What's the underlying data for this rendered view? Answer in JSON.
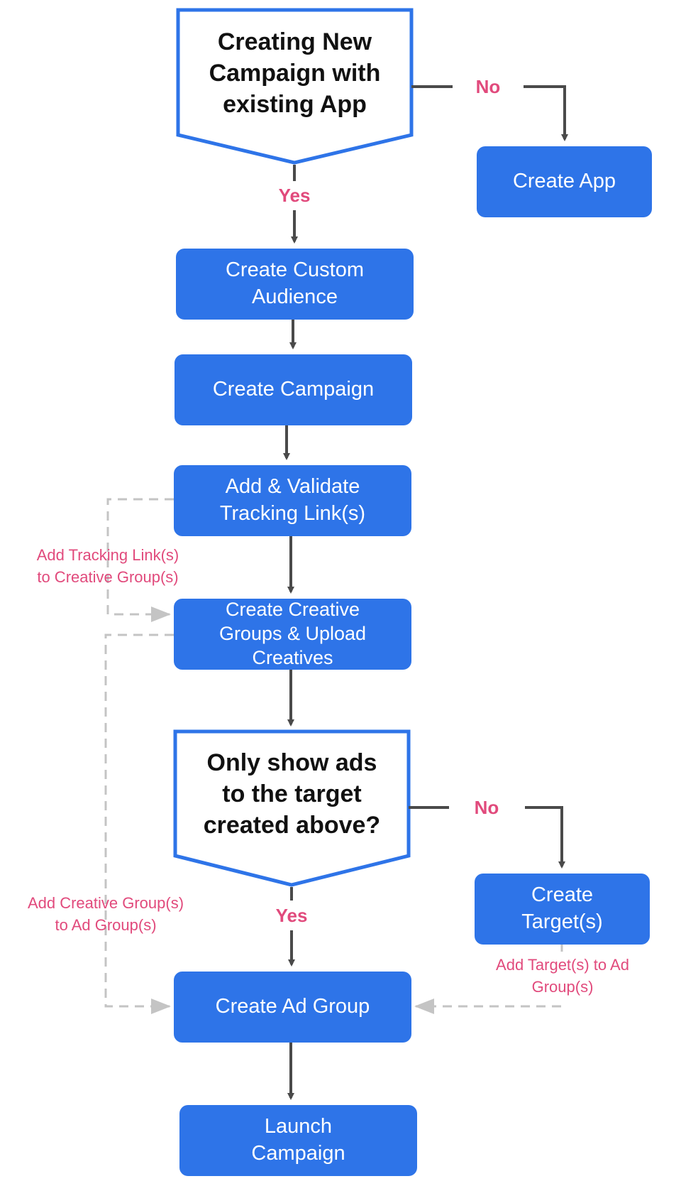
{
  "colors": {
    "process_fill": "#2e74e8",
    "decision_border": "#2e74e8",
    "arrow": "#4a4a4a",
    "dashed": "#c4c4c4",
    "label": "#e14a7c"
  },
  "decision_1": {
    "text": "Creating New\nCampaign with\nexisting App"
  },
  "decision_2": {
    "text": "Only show ads\nto the target\ncreated above?"
  },
  "nodes": {
    "create_app": "Create App",
    "create_custom_audience": "Create Custom\nAudience",
    "create_campaign": "Create Campaign",
    "add_validate_tracking": "Add & Validate\nTracking Link(s)",
    "create_creative_groups": "Create Creative\nGroups & Upload\nCreatives",
    "create_targets": "Create\nTarget(s)",
    "create_ad_group": "Create Ad Group",
    "launch_campaign": "Launch\nCampaign"
  },
  "labels": {
    "no_1": "No",
    "yes_1": "Yes",
    "no_2": "No",
    "yes_2": "Yes"
  },
  "notes": {
    "tracking_to_creative": "Add Tracking Link(s)\nto Creative Group(s)",
    "creative_to_adgroup": "Add Creative Group(s)\nto Ad Group(s)",
    "targets_to_adgroup": "Add Target(s) to Ad\nGroup(s)"
  }
}
